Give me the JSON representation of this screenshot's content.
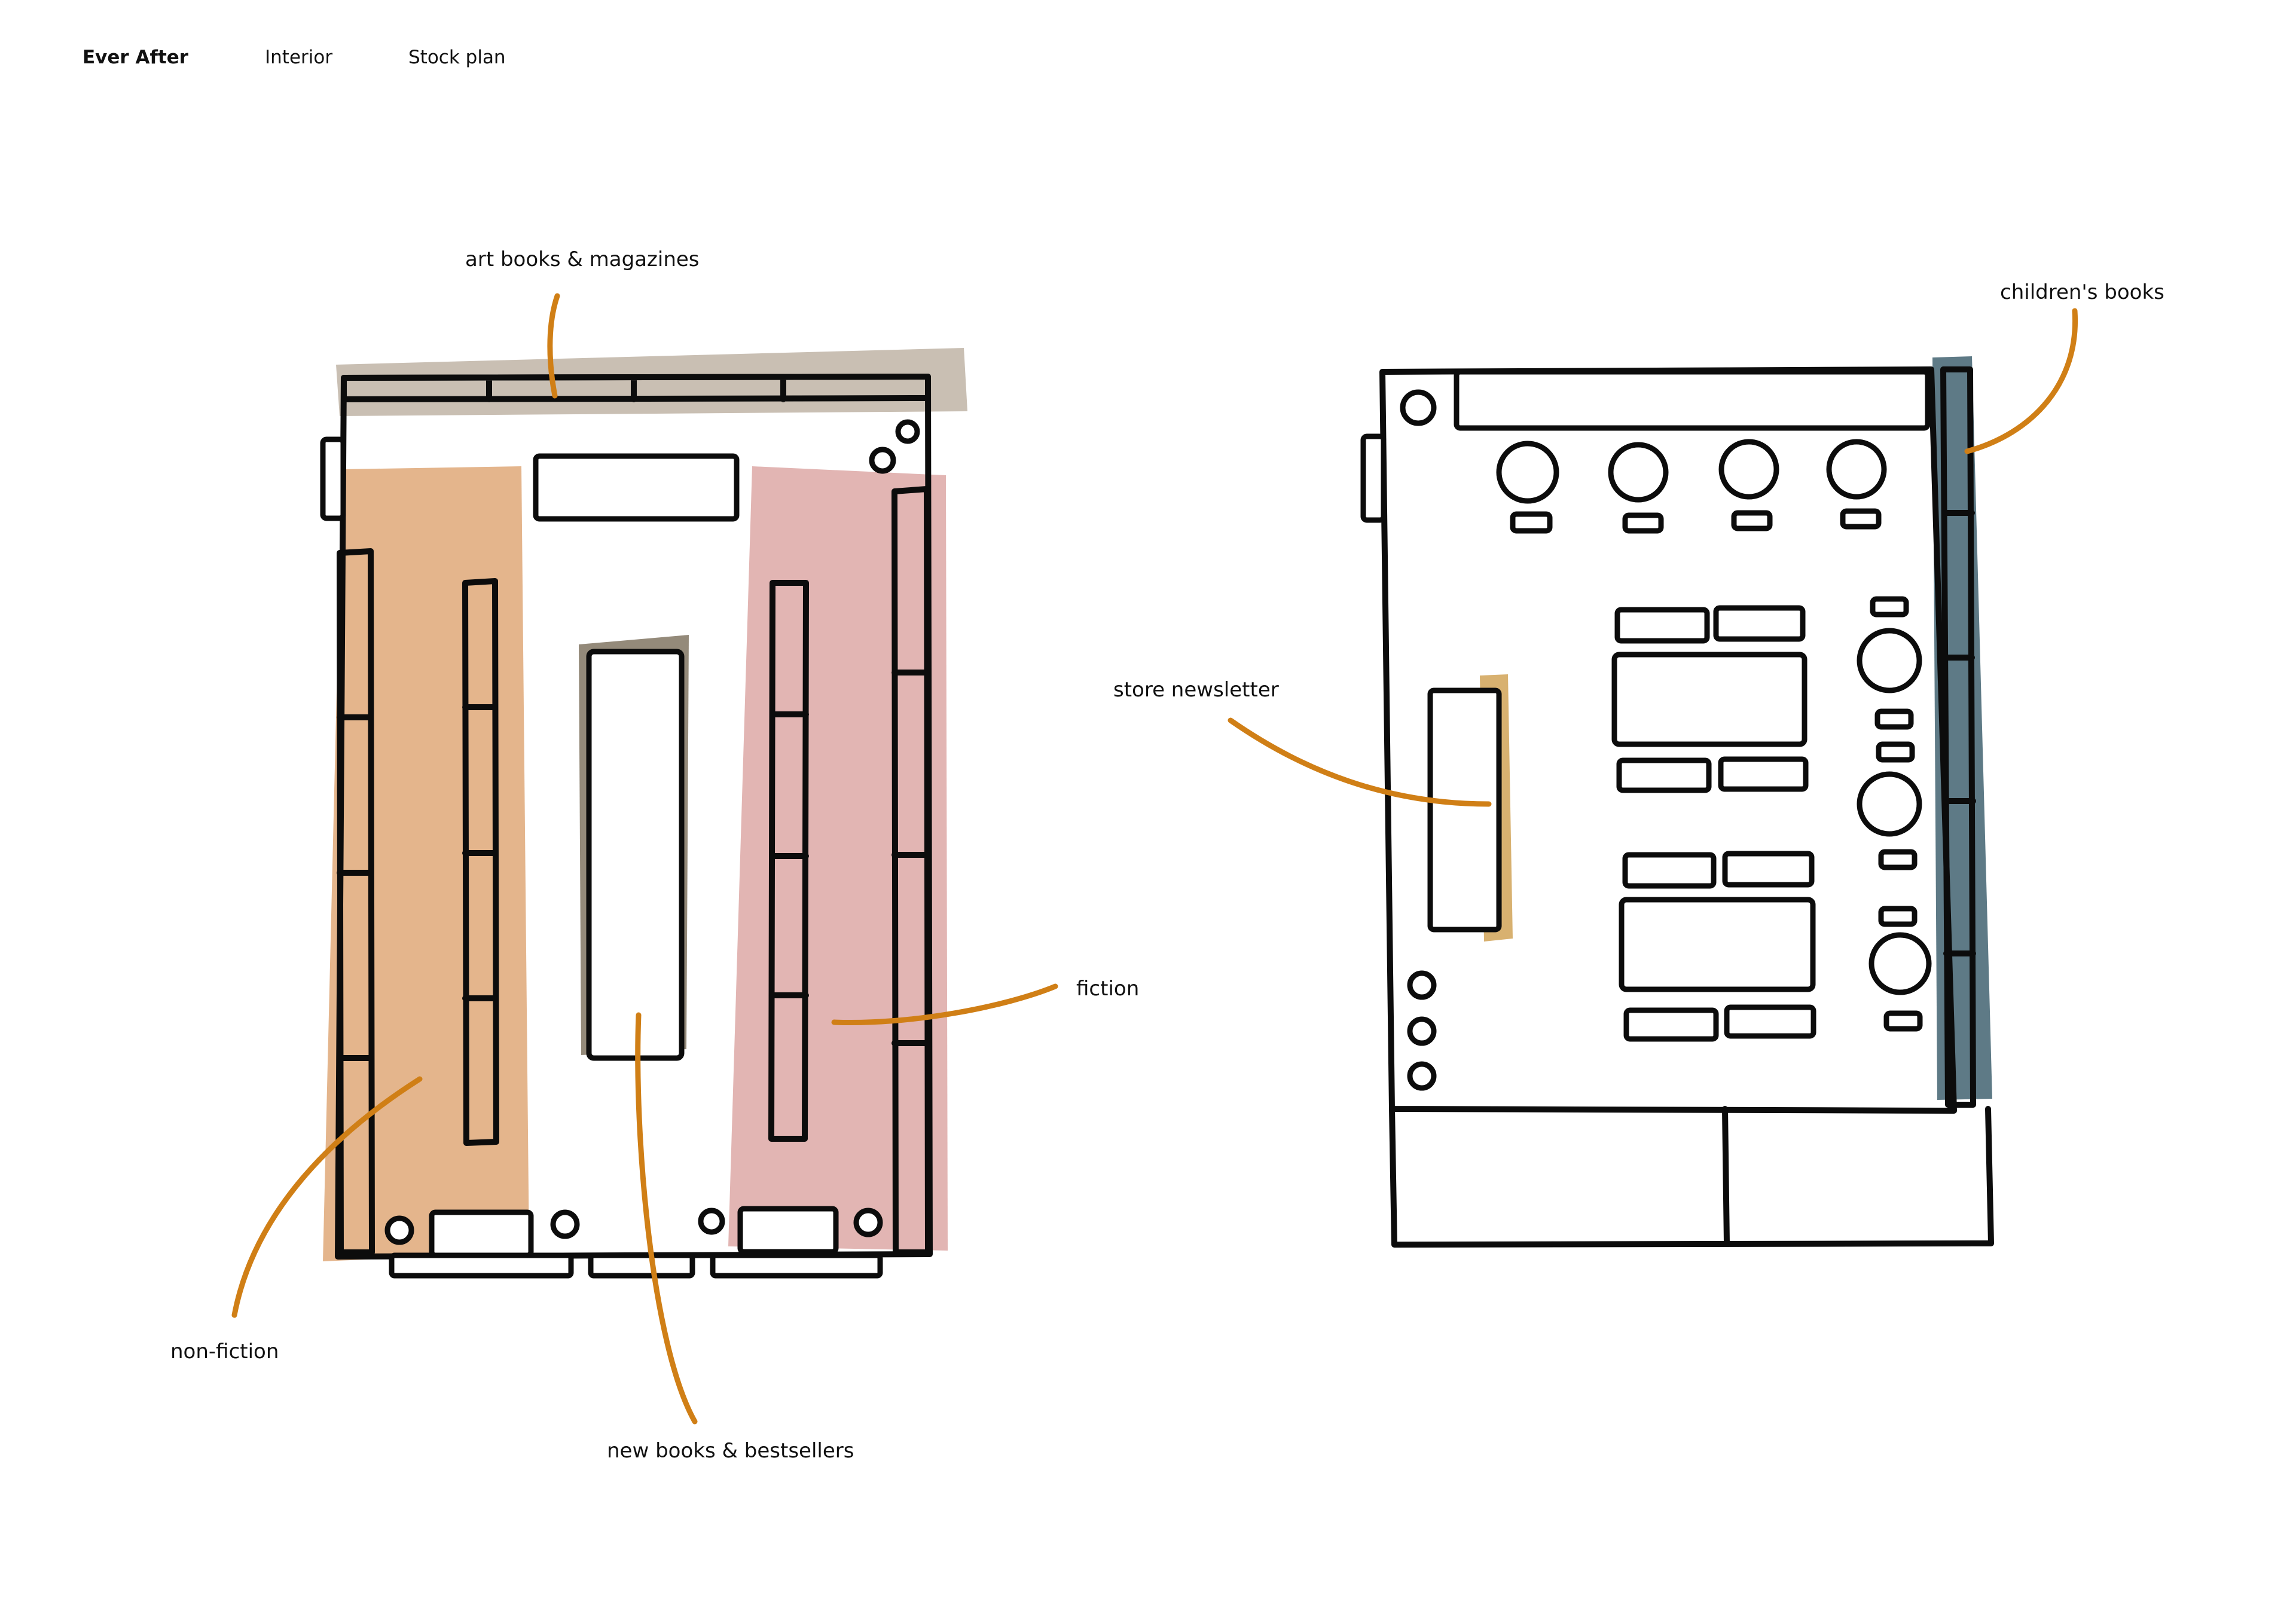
{
  "nav": {
    "brand": "Ever After",
    "items": [
      "Interior",
      "Stock plan"
    ]
  },
  "zones": {
    "art_books": {
      "label": "art books & magazines",
      "color": "#c9bfb3"
    },
    "non_fiction": {
      "label": "non-fiction",
      "color": "#e4b58c"
    },
    "new_books": {
      "label": "new books & bestsellers",
      "color": "#948a7a"
    },
    "fiction": {
      "label": "fiction",
      "color": "#e2b5b3"
    },
    "childrens_books": {
      "label": "children's books",
      "color": "#5e7a86"
    },
    "store_newsletter": {
      "label": "store newsletter",
      "color": "#d8b170"
    }
  },
  "colors": {
    "leader": "#d07f16",
    "outline": "#0c0c0c"
  }
}
